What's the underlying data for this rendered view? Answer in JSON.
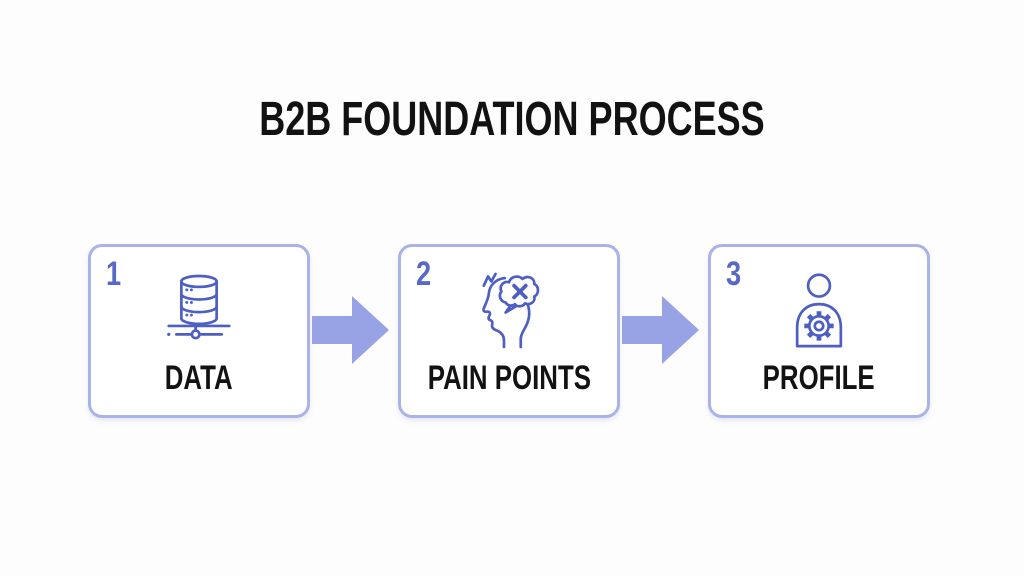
{
  "title": "B2B FOUNDATION PROCESS",
  "steps": [
    {
      "number": "1",
      "label": "DATA",
      "icon": "database-network-icon"
    },
    {
      "number": "2",
      "label": "PAIN POINTS",
      "icon": "head-pain-icon"
    },
    {
      "number": "3",
      "label": "PROFILE",
      "icon": "person-gear-icon"
    }
  ],
  "colors": {
    "background": "#fdfdfd",
    "card-bg": "#ffffff",
    "border": "#a9b3e9",
    "arrow": "#98a3e6",
    "number": "#5768c6",
    "icon": "#4d5fc3",
    "text": "#121212"
  }
}
